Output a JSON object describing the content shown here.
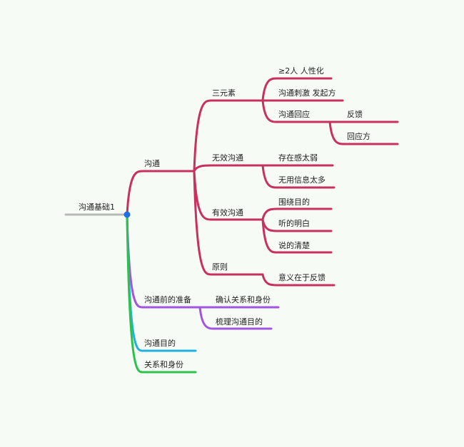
{
  "mindmap": {
    "root": {
      "label": "沟通基础1",
      "color": "#b8b8b8",
      "dot_color": "#1e6fe6"
    },
    "branches": {
      "goutong": {
        "label": "沟通",
        "color": "#c8305f",
        "children": {
          "sanyuansu": {
            "label": "三元素",
            "children": {
              "a": {
                "label": "≥2人  人性化"
              },
              "b": {
                "label": "沟通刺激  发起方"
              },
              "c": {
                "label": "沟通回应",
                "children": {
                  "a": {
                    "label": "反馈"
                  },
                  "b": {
                    "label": "回应方"
                  }
                }
              }
            }
          },
          "wuxiao": {
            "label": "无效沟通",
            "children": {
              "a": {
                "label": "存在感太弱"
              },
              "b": {
                "label": "无用信息太多"
              }
            }
          },
          "youxiao": {
            "label": "有效沟通",
            "children": {
              "a": {
                "label": "围绕目的"
              },
              "b": {
                "label": "听的明白"
              },
              "c": {
                "label": "说的清楚"
              }
            }
          },
          "yuanze": {
            "label": "原则",
            "children": {
              "a": {
                "label": "意义在于反馈"
              }
            }
          }
        }
      },
      "zhunbei": {
        "label": "沟通前的准备",
        "color": "#a155e0",
        "children": {
          "a": {
            "label": "确认关系和身份"
          },
          "b": {
            "label": "梳理沟通目的"
          }
        }
      },
      "mudi": {
        "label": "沟通目的",
        "color": "#1fb2df"
      },
      "guanxi": {
        "label": "关系和身份",
        "color": "#2ec24a"
      }
    }
  }
}
